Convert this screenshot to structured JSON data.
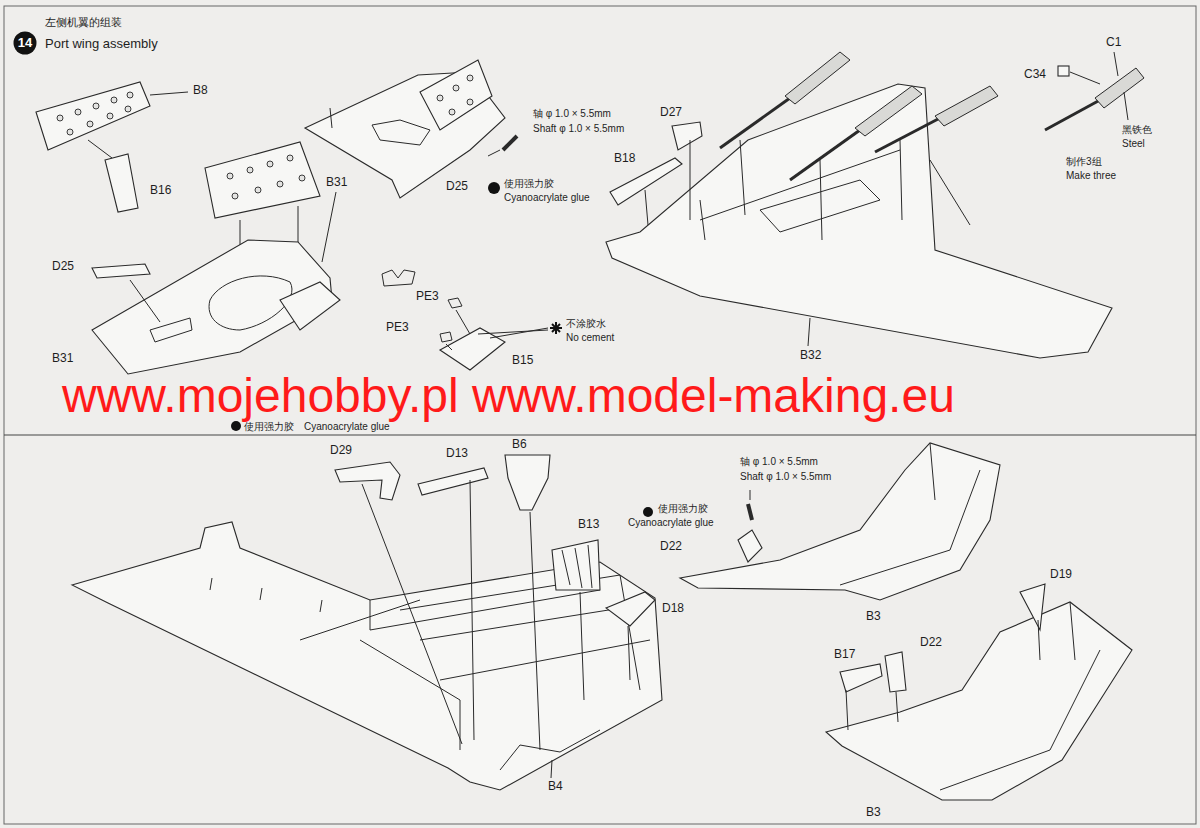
{
  "diagram": {
    "title": "Port wing assembly",
    "nodes": [
      {
        "text": [
          "14"
        ]
      }
    ],
    "edges": [],
    "labels": [
      "左侧机翼的组装",
      "B8",
      "B16",
      "B31",
      "D25",
      "轴 φ 1.0 × 5.5mm",
      "Shaft φ 1.0 × 5.5mm",
      "使用强力胶",
      "Cyanoacrylate glue",
      "D27",
      "B18",
      "C34",
      "C1",
      "黑铁色",
      "Steel",
      "制作3组",
      "Make three",
      "D25",
      "B31",
      "PE3",
      "PE3",
      "不涂胶水",
      "No cement",
      "B15",
      "B32",
      "www.mojehobby.pl www.model-making.eu",
      "使用强力胶",
      "Cyanoacrylate glue",
      "D29",
      "D13",
      "B6",
      "B13",
      "D18",
      "B4",
      "轴 φ 1.0 × 5.5mm",
      "Shaft φ 1.0 × 5.5mm",
      "使用强力胶",
      "Cyanoacrylate glue",
      "D22",
      "B3",
      "D19",
      "B17",
      "D22",
      "B3"
    ]
  }
}
